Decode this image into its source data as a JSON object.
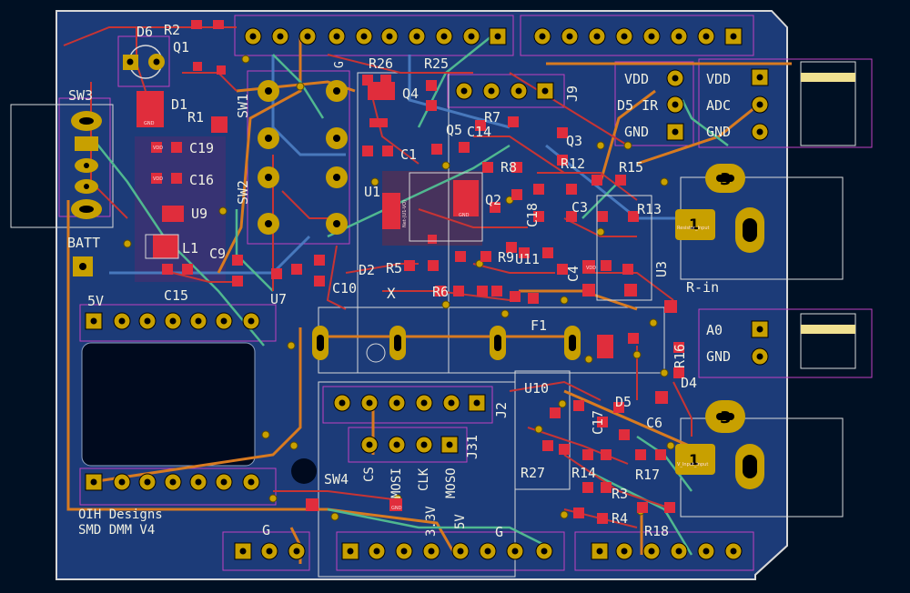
{
  "board": {
    "title_line1": "OIH Designs",
    "title_line2": "SMD DMM V4",
    "colors": {
      "background": "#001023",
      "board_fill": "#1c3b78",
      "edge_cuts": "#d8d8d8",
      "silkscreen": "#f0f0e0",
      "front_copper": "#c83434",
      "back_copper": "#4d7fc4",
      "pad": "#c8a000",
      "courtyard": "#c040c0",
      "trace_orange": "#d87a20",
      "trace_green": "#50b890",
      "smd_pad": "#e02d3c"
    }
  },
  "labels": {
    "d6": "D6",
    "r2": "R2",
    "q1": "Q1",
    "r26": "R26",
    "r25": "R25",
    "g_top": "G",
    "sw3": "SW3",
    "d1": "D1",
    "r1": "R1",
    "sw1": "SW1",
    "q4": "Q4",
    "j9": "J9",
    "c19": "C19",
    "c16": "C16",
    "r7": "R7",
    "c14": "C14",
    "q5": "Q5",
    "q3": "Q3",
    "c1": "C1",
    "r8": "R8",
    "r12": "R12",
    "r15": "R15",
    "sw2": "SW2",
    "u1": "U1",
    "u9": "U9",
    "q2": "Q2",
    "c18": "C18",
    "c3": "C3",
    "r13": "R13",
    "batt": "BATT",
    "l1": "L1",
    "c9": "C9",
    "r9": "R9",
    "u11": "U11",
    "c4": "C4",
    "u3": "U3",
    "d2": "D2",
    "r5": "R5",
    "c15": "C15",
    "u7": "U7",
    "c10": "C10",
    "r6": "R6",
    "r_in": "R-in",
    "v5": "5V",
    "f1": "F1",
    "r16": "R16",
    "d4": "D4",
    "u10": "U10",
    "d5": "D5",
    "j2": "J2",
    "c17": "C17",
    "c6": "C6",
    "j31": "J31",
    "r27": "R27",
    "r14": "R14",
    "r17": "R17",
    "sw4": "SW4",
    "r3": "R3",
    "r4": "R4",
    "r18": "R18",
    "g_bottom_left": "G",
    "g_bottom_mid": "G",
    "v33": "3.3V",
    "v5b": "5V",
    "cs": "CS",
    "mosi": "MOSI",
    "clk": "CLK",
    "moso": "MOSO",
    "vdd_left": "VDD",
    "d5ir": "D5 IR",
    "gnd_left": "GND",
    "vdd_right": "VDD",
    "adc": "ADC",
    "gnd_right": "GND",
    "a0": "A0",
    "gnd_a0": "GND",
    "jack1_top": "3",
    "jack1_p1": "1",
    "jack1_p2": "2",
    "jack2_top": "3",
    "jack2_p1": "1",
    "jack2_p2": "2",
    "x_mark": "X"
  },
  "pad_nets": {
    "gnd": "GND",
    "vdd": "VDD",
    "u1_net": "Net-(U1-VO)",
    "resistor_input": "Resistor_Input",
    "v_input": "V_Input_Input"
  }
}
